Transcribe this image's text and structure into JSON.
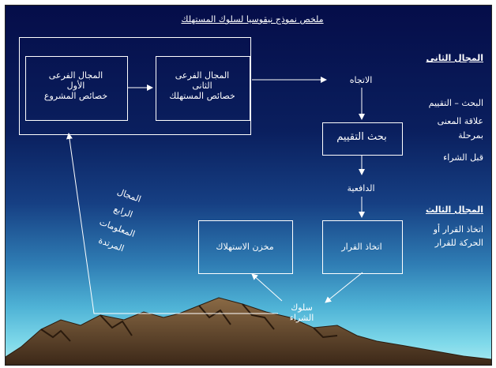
{
  "title": "ملخص نموذج نيقوسيا لسلوك المستهلك",
  "boxes": {
    "field1": [
      "المجال الفرعى",
      "الأول",
      "خصائص المشروع"
    ],
    "field2": [
      "المجال الفرعى",
      "الثانى",
      "خصائص المستهلك"
    ],
    "evaluation_search": "بحث التقييم",
    "decision": "اتخاذ القرار",
    "storage": "مخزن الاستهلاك"
  },
  "nodes": {
    "attitude": "الاتجاه",
    "motivation": "الدافعية",
    "purchase_behavior": [
      "سلوك",
      "الشراء"
    ]
  },
  "feedback_label": [
    "المجال",
    "الرابع",
    "المعلومات",
    "المرتدة"
  ],
  "sidebar": {
    "second_field_heading": "المجال الثانى",
    "second_field_items": [
      "البحث – التقييم",
      "علاقة المعنى",
      "بمرحلة",
      "قبل الشراء"
    ],
    "third_field_heading": "المجال الثالث",
    "third_field_items": [
      "اتخاذ القرار أو",
      "الحركة للقرار"
    ]
  },
  "colors": {
    "sky_top": "#050d49",
    "sky_bottom": "#a9e9ef",
    "mountain": "#6b4a2c",
    "lines": "#ffffff"
  }
}
